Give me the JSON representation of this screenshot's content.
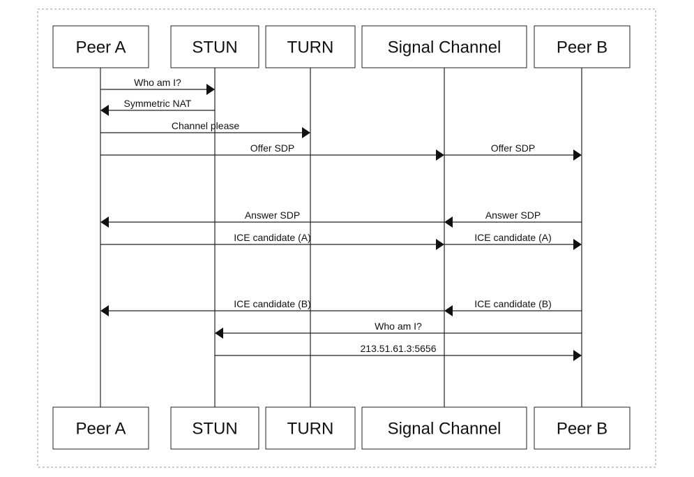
{
  "participants": [
    {
      "id": "peer_a",
      "label": "Peer A"
    },
    {
      "id": "stun",
      "label": "STUN"
    },
    {
      "id": "turn",
      "label": "TURN"
    },
    {
      "id": "signal",
      "label": "Signal Channel"
    },
    {
      "id": "peer_b",
      "label": "Peer B"
    }
  ],
  "messages": [
    {
      "from": "peer_a",
      "to": "stun",
      "label": "Who am I?"
    },
    {
      "from": "stun",
      "to": "peer_a",
      "label": "Symmetric NAT"
    },
    {
      "from": "peer_a",
      "to": "turn",
      "label": "Channel please"
    },
    {
      "from": "peer_a",
      "to": "signal",
      "label": "Offer SDP"
    },
    {
      "from": "signal",
      "to": "peer_b",
      "label": "Offer SDP"
    },
    {
      "from": "signal",
      "to": "peer_a",
      "label": "Answer SDP"
    },
    {
      "from": "peer_b",
      "to": "signal",
      "label": "Answer SDP"
    },
    {
      "from": "peer_a",
      "to": "signal",
      "label": "ICE candidate (A)"
    },
    {
      "from": "signal",
      "to": "peer_b",
      "label": "ICE candidate (A)"
    },
    {
      "from": "signal",
      "to": "peer_a",
      "label": "ICE candidate (B)"
    },
    {
      "from": "peer_b",
      "to": "signal",
      "label": "ICE candidate (B)"
    },
    {
      "from": "peer_b",
      "to": "stun",
      "label": "Who am I?"
    },
    {
      "from": "stun",
      "to": "peer_b",
      "label": "213.51.61.3:5656"
    }
  ]
}
